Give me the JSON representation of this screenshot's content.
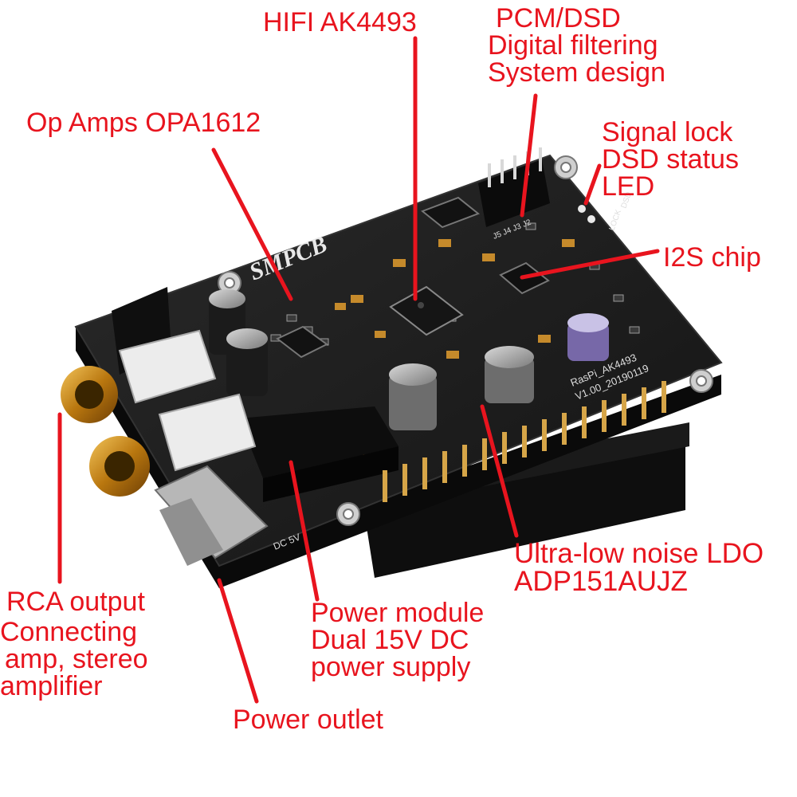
{
  "colors": {
    "label": "#e8141e",
    "pcb": "#1b1b1b",
    "header_pin": "#c79a3c",
    "rca_gold": "#c98a1e"
  },
  "board": {
    "logo": "SMPCB",
    "silkscreen_model": "RasPi_AK4493",
    "silkscreen_version": "V1.00_20190119",
    "silkscreen_lock": "LOCK",
    "silkscreen_dsd": "DSD",
    "silkscreen_dc": "DC 5V",
    "silkscreen_jumpers": "J5 J4 J3 J2"
  },
  "labels": {
    "dac": "HIFI AK4493",
    "pcm_lines": [
      "PCM/DSD",
      "Digital filtering",
      "System design"
    ],
    "opamp": "Op Amps OPA1612",
    "led_lines": [
      "Signal lock",
      "DSD status",
      "LED"
    ],
    "i2s": "I2S chip",
    "ldo_lines": [
      "Ultra-low noise LDO",
      "ADP151AUJZ"
    ],
    "rca_lines": [
      "RCA output",
      "Connecting",
      "amp, stereo",
      "amplifier"
    ],
    "power_module_lines": [
      "Power module",
      "Dual 15V DC",
      "power supply"
    ],
    "power_outlet": "Power outlet"
  }
}
